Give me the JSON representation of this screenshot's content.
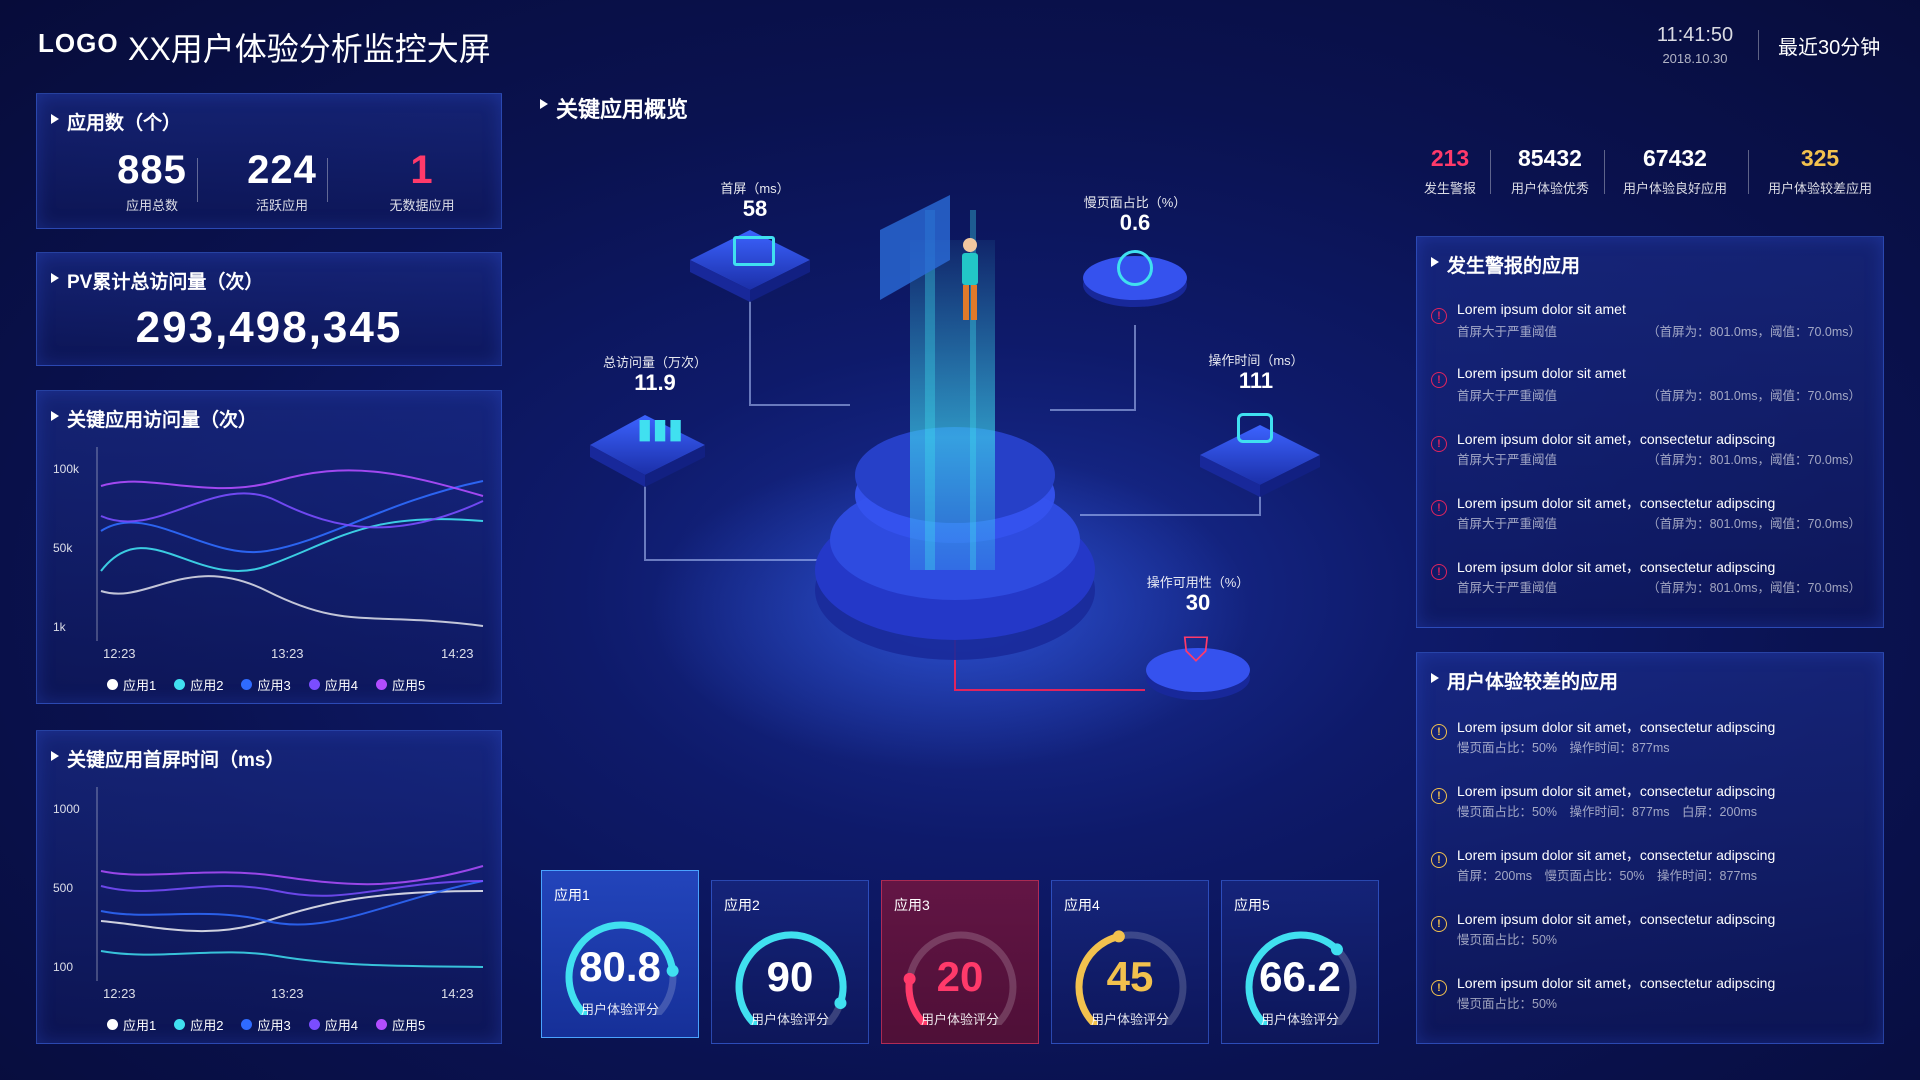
{
  "header": {
    "logo": "LOGO",
    "title": "XX用户体验分析监控大屏",
    "time": "11:41:50",
    "date": "2018.10.30",
    "range": "最近30分钟"
  },
  "app_count": {
    "title": "应用数（个）",
    "total": {
      "value": "885",
      "label": "应用总数"
    },
    "active": {
      "value": "224",
      "label": "活跃应用"
    },
    "nodata": {
      "value": "1",
      "label": "无数据应用"
    }
  },
  "pv": {
    "title": "PV累计总访问量（次）",
    "value": "293,498,345"
  },
  "visits_chart": {
    "title": "关键应用访问量（次）",
    "y_ticks": [
      "100k",
      "50k",
      "1k"
    ],
    "x_ticks": [
      "12:23",
      "13:23",
      "14:23"
    ],
    "legend": [
      "应用1",
      "应用2",
      "应用3",
      "应用4",
      "应用5"
    ]
  },
  "firstscreen_chart": {
    "title": "关键应用首屏时间（ms）",
    "y_ticks": [
      "1000",
      "500",
      "100"
    ],
    "x_ticks": [
      "12:23",
      "13:23",
      "14:23"
    ],
    "legend": [
      "应用1",
      "应用2",
      "应用3",
      "应用4",
      "应用5"
    ]
  },
  "series_colors": [
    "#ffffff",
    "#40e0f0",
    "#2f6bff",
    "#7a4dff",
    "#b14dff"
  ],
  "center": {
    "title": "关键应用概览",
    "metrics": [
      {
        "label": "首屏（ms）",
        "value": "58",
        "icon": "monitor-icon"
      },
      {
        "label": "慢页面占比（%）",
        "value": "0.6",
        "icon": "pie-icon"
      },
      {
        "label": "总访问量（万次）",
        "value": "11.9",
        "icon": "bar-chart-icon"
      },
      {
        "label": "操作时间（ms）",
        "value": "111",
        "icon": "clock-icon"
      },
      {
        "label": "操作可用性（%）",
        "value": "30",
        "icon": "shield-icon"
      }
    ]
  },
  "kpis": [
    {
      "value": "213",
      "label": "发生警报",
      "color": "#ff3a6a"
    },
    {
      "value": "85432",
      "label": "用户体验优秀",
      "color": "#ffffff"
    },
    {
      "value": "67432",
      "label": "用户体验良好应用",
      "color": "#ffffff"
    },
    {
      "value": "325",
      "label": "用户体验较差应用",
      "color": "#f2c14e"
    }
  ],
  "alerts": {
    "title": "发生警报的应用",
    "items": [
      {
        "title": "Lorem ipsum dolor sit amet",
        "sub": "首屏大于严重阈值",
        "detail": "（首屏为：801.0ms，阈值：70.0ms）"
      },
      {
        "title": "Lorem ipsum dolor sit amet",
        "sub": "首屏大于严重阈值",
        "detail": "（首屏为：801.0ms，阈值：70.0ms）"
      },
      {
        "title": "Lorem ipsum dolor sit amet，consectetur adipscing",
        "sub": "首屏大于严重阈值",
        "detail": "（首屏为：801.0ms，阈值：70.0ms）"
      },
      {
        "title": "Lorem ipsum dolor sit amet，consectetur adipscing",
        "sub": "首屏大于严重阈值",
        "detail": "（首屏为：801.0ms，阈值：70.0ms）"
      },
      {
        "title": "Lorem ipsum dolor sit amet，consectetur adipscing",
        "sub": "首屏大于严重阈值",
        "detail": "（首屏为：801.0ms，阈值：70.0ms）"
      }
    ]
  },
  "poor": {
    "title": "用户体验较差的应用",
    "items": [
      {
        "title": "Lorem ipsum dolor sit amet，consectetur adipscing",
        "sub": "慢页面占比：50%　操作时间：877ms"
      },
      {
        "title": "Lorem ipsum dolor sit amet，consectetur adipscing",
        "sub": "慢页面占比：50%　操作时间：877ms　白屏：200ms"
      },
      {
        "title": "Lorem ipsum dolor sit amet，consectetur adipscing",
        "sub": "首屏：200ms　慢页面占比：50%　操作时间：877ms"
      },
      {
        "title": "Lorem ipsum dolor sit amet，consectetur adipscing",
        "sub": "慢页面占比：50%"
      },
      {
        "title": "Lorem ipsum dolor sit amet，consectetur adipscing",
        "sub": "慢页面占比：50%"
      }
    ]
  },
  "scores": [
    {
      "name": "应用1",
      "value": "80.8",
      "label": "用户体验评分",
      "fraction": 0.808,
      "color": "#ffffff",
      "arc": "#40e0f0"
    },
    {
      "name": "应用2",
      "value": "90",
      "label": "用户体验评分",
      "fraction": 0.9,
      "color": "#ffffff",
      "arc": "#40e0f0"
    },
    {
      "name": "应用3",
      "value": "20",
      "label": "用户体验评分",
      "fraction": 0.2,
      "color": "#ff3a6a",
      "arc": "#ff3a6a"
    },
    {
      "name": "应用4",
      "value": "45",
      "label": "用户体验评分",
      "fraction": 0.45,
      "color": "#f2c14e",
      "arc": "#f2c14e"
    },
    {
      "name": "应用5",
      "value": "66.2",
      "label": "用户体验评分",
      "fraction": 0.662,
      "color": "#ffffff",
      "arc": "#40e0f0"
    }
  ]
}
